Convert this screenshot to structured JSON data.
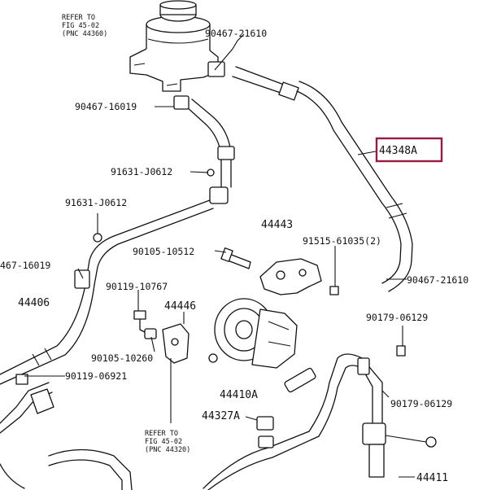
{
  "refer_top": [
    "REFER TO",
    "FIG 45-02",
    "(PNC 44360)"
  ],
  "refer_bottom": [
    "REFER TO",
    "FIG 45-02",
    "(PNC 44320)"
  ],
  "labels": {
    "p90467_21610_top": "90467-21610",
    "p90467_16019_top": "90467-16019",
    "p44348A": "44348A",
    "p91631_j0612_a": "91631-J0612",
    "p91631_j0612_b": "91631-J0612",
    "p44443": "44443",
    "p91515_61035": "91515-61035(2)",
    "p90105_10512": "90105-10512",
    "p90467_16019_left": "467-16019",
    "p44406": "44406",
    "p90119_10767": "90119-10767",
    "p44446": "44446",
    "p90467_21610_right": "90467-21610",
    "p90179_06129_a": "90179-06129",
    "p90105_10260": "90105-10260",
    "p90119_06921": "90119-06921",
    "p44410A": "44410A",
    "p90179_06129_b": "90179-06129",
    "p44327A": "44327A",
    "p44411": "44411"
  }
}
